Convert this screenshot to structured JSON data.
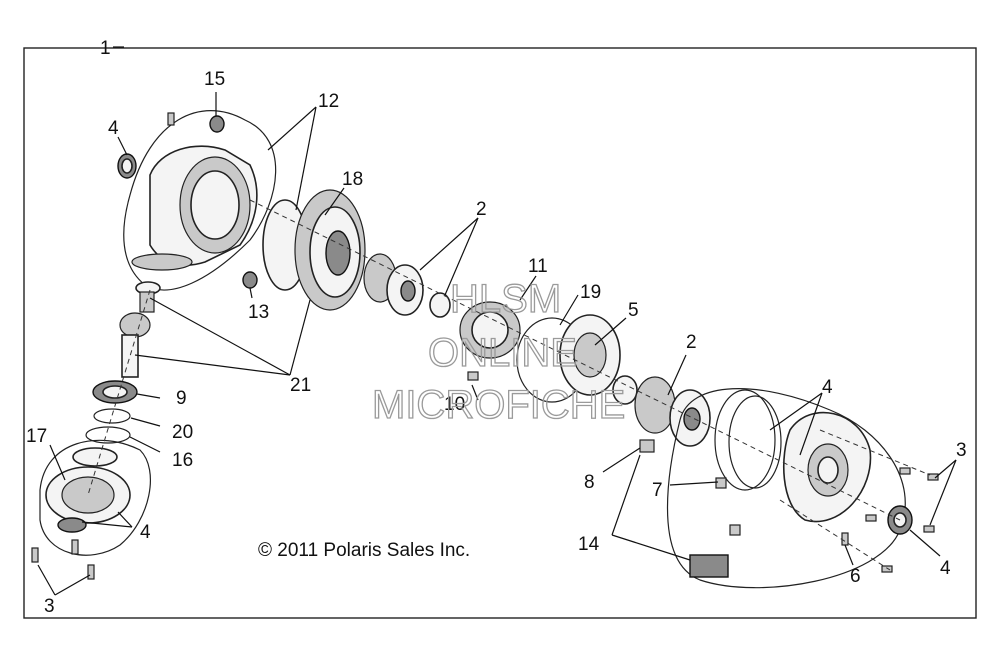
{
  "callouts": {
    "c1": "1",
    "c2a": "2",
    "c2b": "2",
    "c3a": "3",
    "c3b": "3",
    "c4a": "4",
    "c4b": "4",
    "c4c": "4",
    "c4d": "4",
    "c5": "5",
    "c6": "6",
    "c7": "7",
    "c8": "8",
    "c9": "9",
    "c10": "10",
    "c11": "11",
    "c12": "12",
    "c13": "13",
    "c14": "14",
    "c15": "15",
    "c16": "16",
    "c17": "17",
    "c18": "18",
    "c19": "19",
    "c20": "20",
    "c21": "21"
  },
  "copyright": "© 2011 Polaris Sales Inc.",
  "watermark": {
    "line1": "HLSM",
    "line2": "ONLINE",
    "line3": "MICROFICHE"
  }
}
